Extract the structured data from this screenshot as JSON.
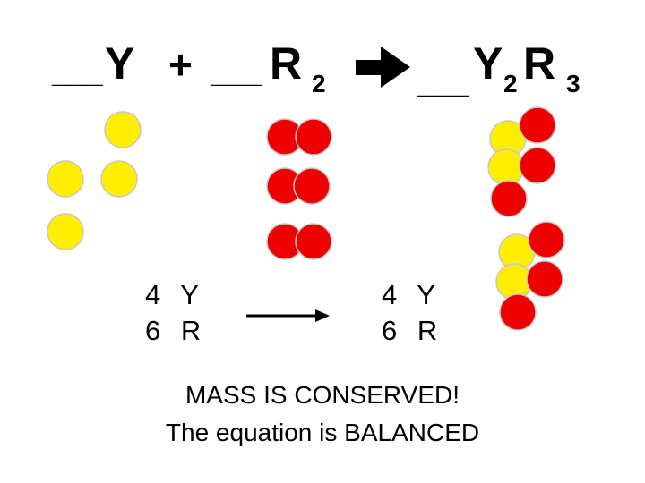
{
  "equation": {
    "reactant1": {
      "blank": "___",
      "symbol": "Y"
    },
    "plus": "+",
    "reactant2": {
      "blank": "___",
      "symbol": "R",
      "subscript": "2"
    },
    "product": {
      "blank": "___",
      "symbol1": "Y",
      "subscript1": "2",
      "symbol2": "R",
      "subscript2": "3"
    }
  },
  "counts": {
    "left": [
      "4 Y",
      "6 R"
    ],
    "right": [
      "4 Y",
      "6 R"
    ]
  },
  "conclusion": {
    "line1": "MASS IS CONSERVED!",
    "line2": "The equation is BALANCED"
  },
  "colors": {
    "atom_y": "#ffee00",
    "atom_r": "#ee0000",
    "atom_outline": "#c7c7c7",
    "text": "#000000"
  },
  "legend_icons": {
    "arrow_main": "right-arrow-icon",
    "arrow_count": "right-arrow-icon"
  }
}
